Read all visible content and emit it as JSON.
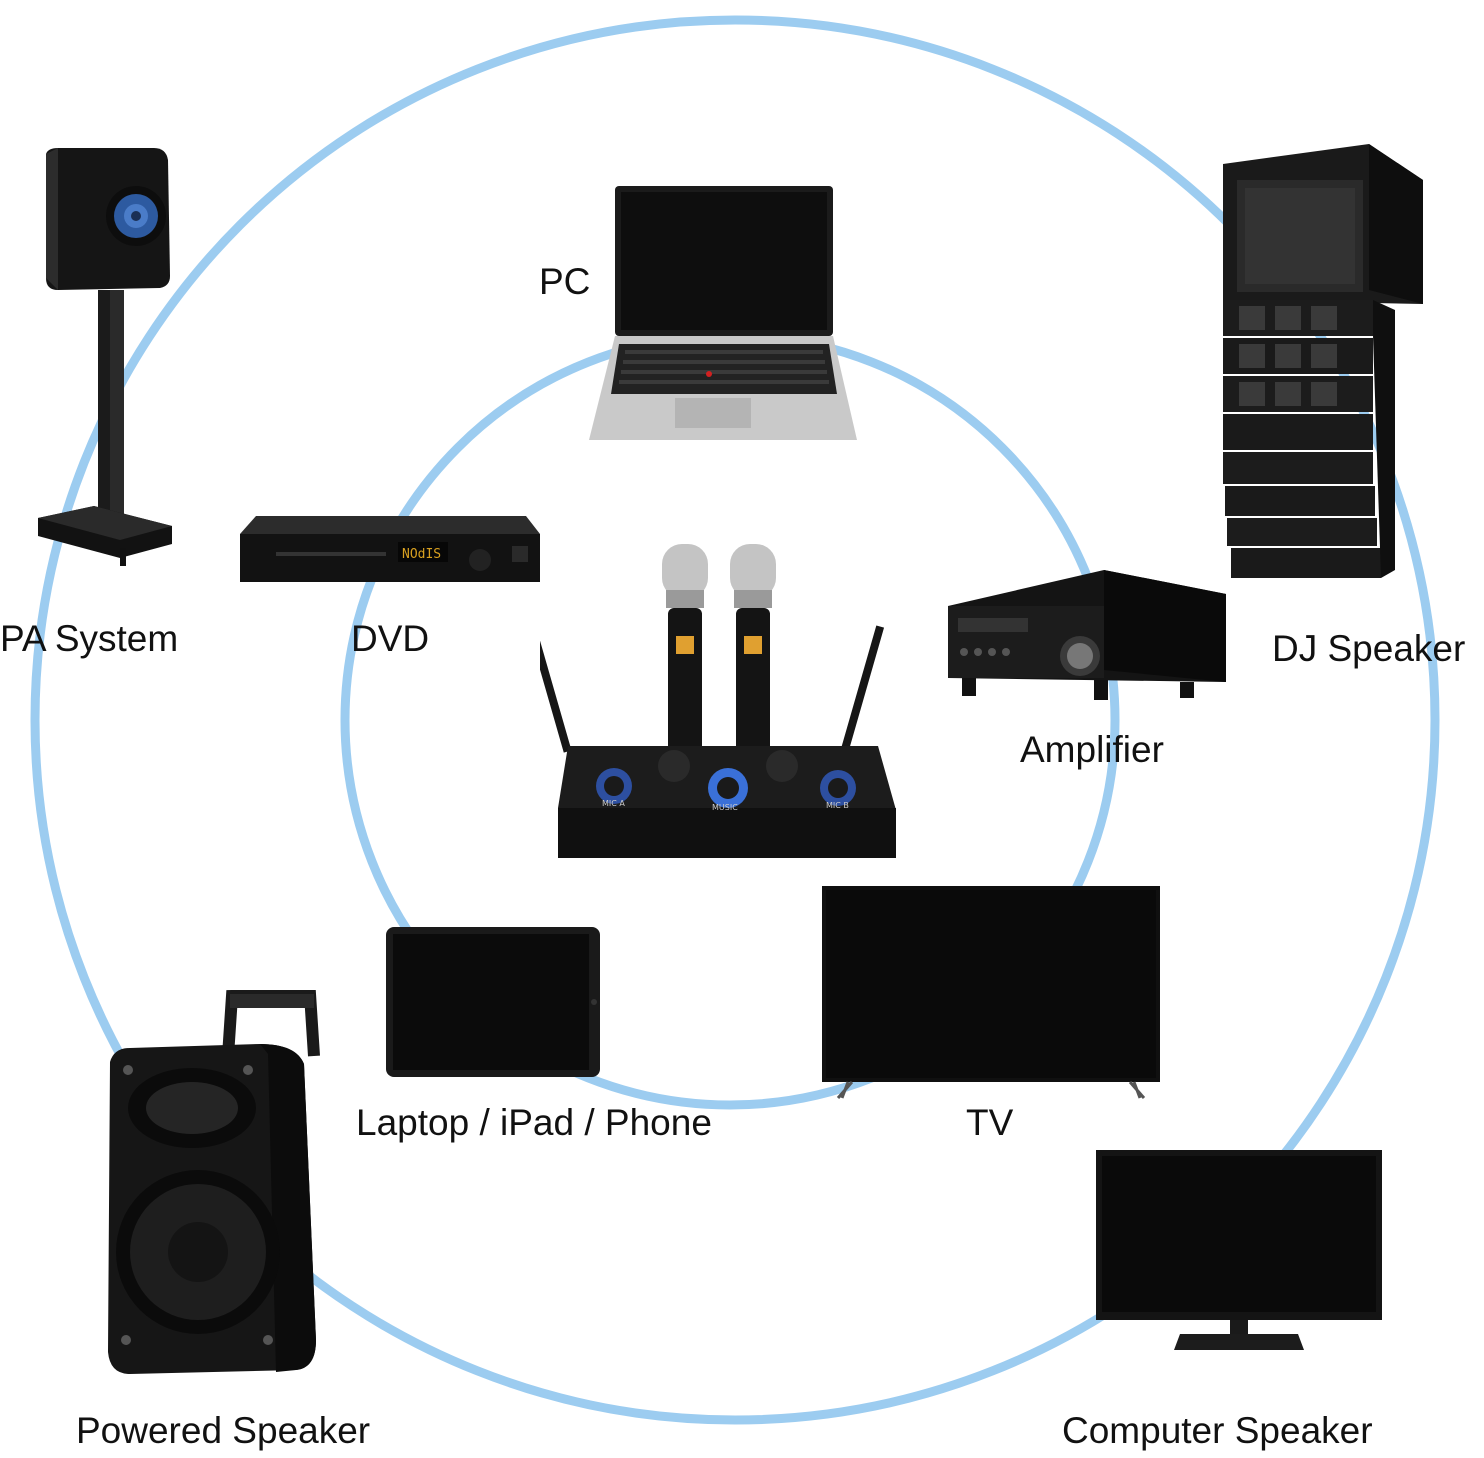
{
  "colors": {
    "ring": "#9cccf0",
    "device_dark": "#141414",
    "device_mid": "#2b2b2b",
    "laptop_body": "#c8c8c8",
    "accent_blue": "#3a6fd8",
    "background": "#ffffff"
  },
  "center": {
    "name": "wireless microphone karaoke mixer",
    "knob_labels": [
      "MIC A",
      "MUSIC",
      "MIC B"
    ]
  },
  "devices": {
    "pa_system": {
      "label": "PA System",
      "icon": "bookshelf-speaker-on-stand"
    },
    "pc": {
      "label": "PC",
      "icon": "laptop"
    },
    "dvd": {
      "label": "DVD",
      "icon": "dvd-player",
      "display": "NOdIS"
    },
    "dj_speaker": {
      "label": "DJ Speaker",
      "icon": "line-array-speaker"
    },
    "amplifier": {
      "label": "Amplifier",
      "icon": "av-receiver"
    },
    "tablet": {
      "label": "Laptop / iPad / Phone",
      "icon": "tablet"
    },
    "tv": {
      "label": "TV",
      "icon": "flat-tv"
    },
    "powered_speaker": {
      "label": "Powered Speaker",
      "icon": "trolley-speaker"
    },
    "computer_speaker": {
      "label": "Computer Speaker",
      "icon": "monitor"
    }
  }
}
